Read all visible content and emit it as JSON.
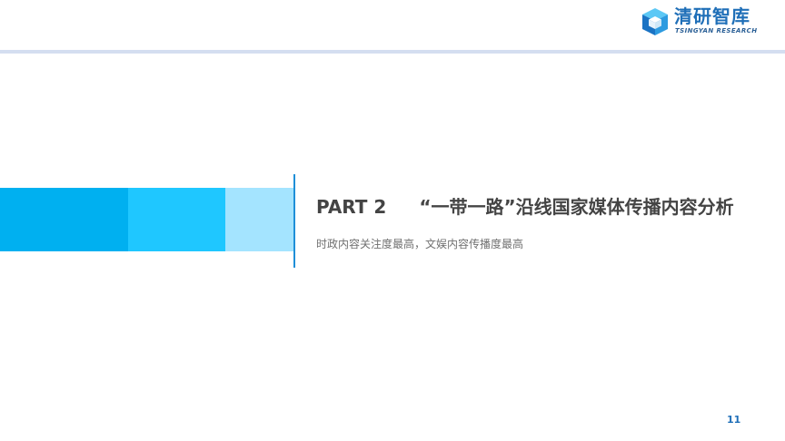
{
  "header": {
    "logo_cn": "清研智库",
    "logo_en": "TSINGYAN RESEARCH",
    "logo_icon": "cube-logo-icon"
  },
  "section": {
    "part_label": "PART 2",
    "title": "“一带一路”沿线国家媒体传播内容分析",
    "subtitle": "时政内容关注度最高，文娱内容传播度最高"
  },
  "footer": {
    "page_number": "11"
  },
  "colors": {
    "accent_dark": "#00b0f0",
    "accent_mid": "#1fc7ff",
    "accent_light": "#a4e4ff",
    "brand_blue": "#1f6fb8",
    "header_line": "#d4def0"
  }
}
